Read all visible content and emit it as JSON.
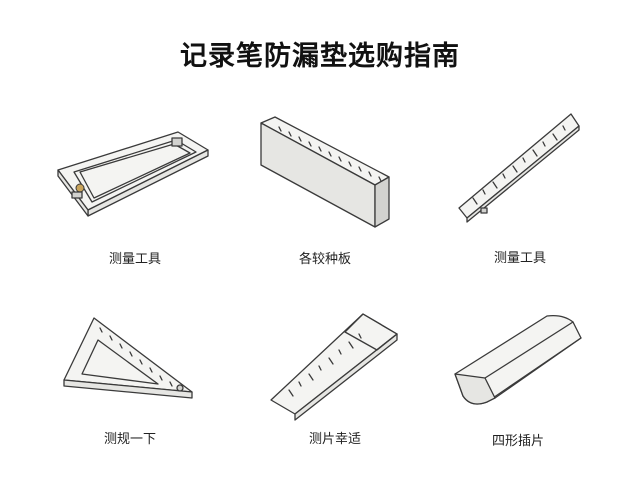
{
  "title": "记录笔防漏垫选购指南",
  "items": [
    {
      "label": "测量工具"
    },
    {
      "label": "各较种板"
    },
    {
      "label": "测量工具"
    },
    {
      "label": "测规一下"
    },
    {
      "label": "测片幸适"
    },
    {
      "label": "四形插片"
    }
  ],
  "colors": {
    "ink": "#3a3a3a",
    "accent": "#c8a35a"
  }
}
